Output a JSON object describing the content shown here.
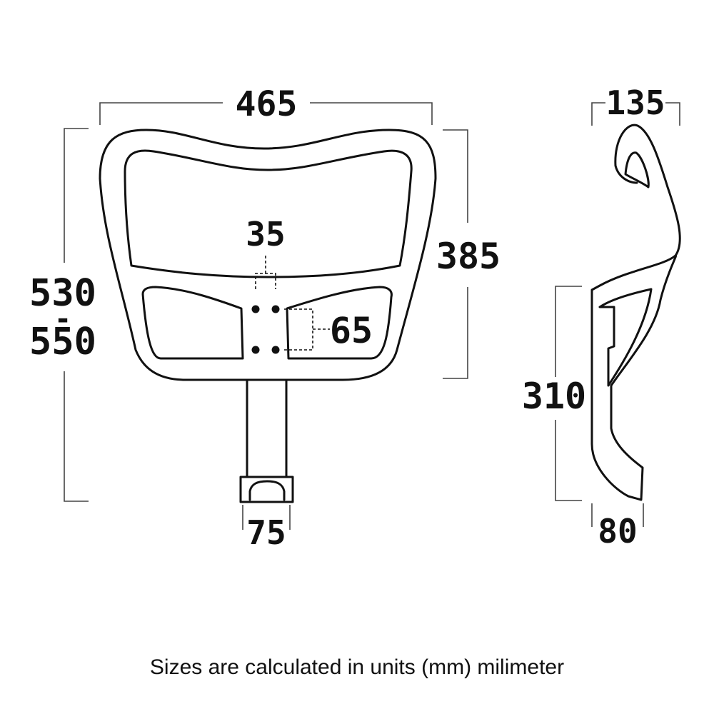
{
  "dimensions": {
    "top_width": "465",
    "frame_height": "385",
    "total_height_min": "530",
    "total_height_sep": "-",
    "total_height_max": "550",
    "hole_spacing_horizontal": "35",
    "hole_spacing_vertical": "65",
    "stem_width": "75",
    "side_depth": "135",
    "side_bracket_height": "310",
    "side_bracket_width": "80"
  },
  "caption": "Sizes are calculated in units (mm) milimeter",
  "colors": {
    "line": "#111111",
    "background": "#ffffff"
  }
}
